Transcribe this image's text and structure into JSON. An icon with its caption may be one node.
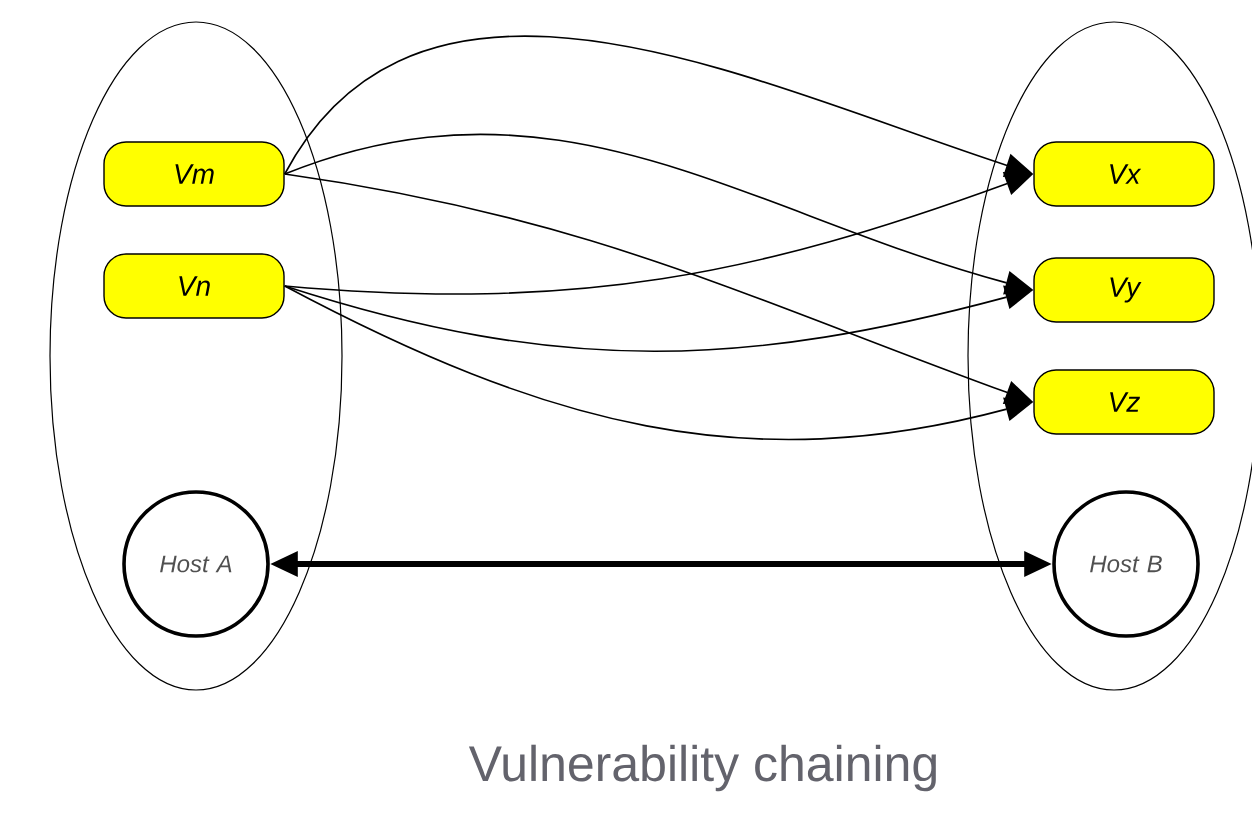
{
  "diagram": {
    "caption": "Vulnerability chaining",
    "nodes": [
      {
        "text": [],
        "shape": "ellipse"
      },
      {
        "text": [],
        "shape": "ellipse"
      },
      {
        "text": [
          "Vm"
        ],
        "in": 0
      },
      {
        "text": [
          "Vn"
        ],
        "in": 0
      },
      {
        "text": [
          "Host A"
        ],
        "in": 0
      },
      {
        "text": [
          "Vx"
        ],
        "in": 1
      },
      {
        "text": [
          "Vy"
        ],
        "in": 1
      },
      {
        "text": [
          "Vz"
        ],
        "in": 1
      },
      {
        "text": [
          "Host B"
        ],
        "in": 1
      }
    ],
    "edges": [
      {
        "from": 2,
        "to": 5,
        "arrow": "to"
      },
      {
        "from": 2,
        "to": 6,
        "arrow": "to"
      },
      {
        "from": 2,
        "to": 7,
        "arrow": "to"
      },
      {
        "from": 3,
        "to": 5,
        "arrow": "to"
      },
      {
        "from": 3,
        "to": 6,
        "arrow": "to"
      },
      {
        "from": 3,
        "to": 7,
        "arrow": "to"
      },
      {
        "from": 4,
        "to": 8,
        "arrow": "both",
        "style": "thick"
      }
    ]
  }
}
